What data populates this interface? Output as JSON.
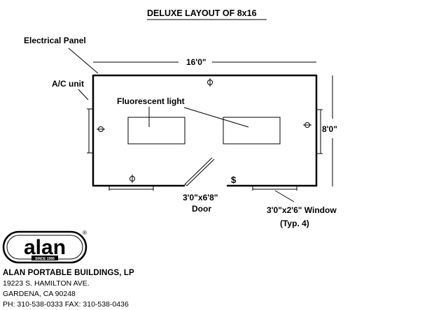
{
  "diagram": {
    "title": "DELUXE LAYOUT OF 8x16",
    "labels": {
      "electrical_panel": "Electrical Panel",
      "ac_unit": "A/C unit",
      "fluorescent_light": "Fluorescent light",
      "width_dim": "16'0\"",
      "height_dim": "8'0\"",
      "door_size": "3'0\"x6'8\"",
      "door": "Door",
      "window_size": "3'0\"x2'6\" Window",
      "window_note": "(Typ. 4)",
      "switch_symbol": "$"
    },
    "icons": {
      "outlet": "duplex-outlet-icon"
    }
  },
  "logo": {
    "text": "alan",
    "since": "SINCE 1966",
    "registered": "®"
  },
  "company": {
    "name": "ALAN PORTABLE BUILDINGS, LP",
    "address1": "19223 S. HAMILTON AVE.",
    "address2": "GARDENA, CA 90248",
    "phone": "PH: 310-538-0333   FAX: 310-538-0436"
  }
}
